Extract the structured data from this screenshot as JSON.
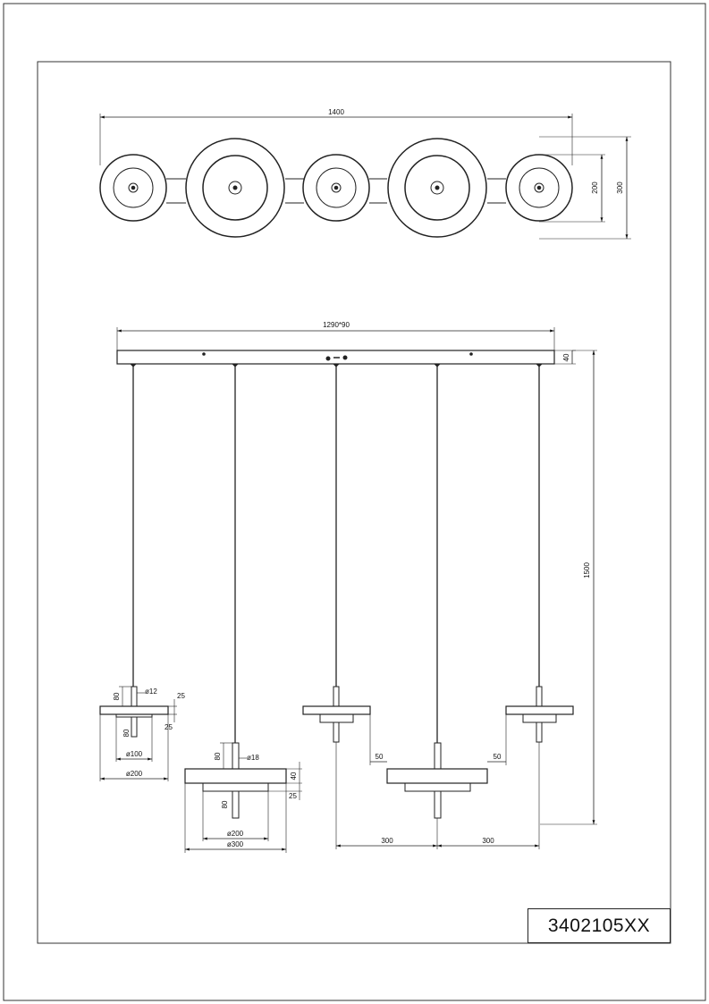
{
  "drawing": {
    "product_code": "3402105XX",
    "top_view": {
      "width_label": "1400",
      "inner_height_label": "200",
      "outer_height_label": "300"
    },
    "side_view": {
      "canopy_label": "1290*90",
      "canopy_height_label": "40",
      "total_height_label": "1500",
      "spacing_left_label": "300",
      "spacing_right_label": "300",
      "step_left_label": "50",
      "step_right_label": "50"
    },
    "small_shade_detail": {
      "rod_diameter_label": "ø12",
      "rod_height_label": "80",
      "top_thickness_label": "25",
      "bottom_thickness_label": "25",
      "tube_height_label": "80",
      "inner_diameter_label": "ø100",
      "outer_diameter_label": "ø200"
    },
    "large_shade_detail": {
      "rod_diameter_label": "ø18",
      "rod_height_label": "80",
      "top_thickness_label": "40",
      "bottom_thickness_label": "25",
      "tube_height_label": "80",
      "inner_diameter_label": "ø200",
      "outer_diameter_label": "ø300"
    }
  }
}
